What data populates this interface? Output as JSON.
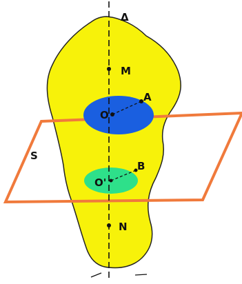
{
  "colors": {
    "background": "#ffffff",
    "body_fill": "#f7f20a",
    "body_stroke": "#222222",
    "upper_section_fill": "#1a5fe0",
    "lower_section_fill": "#2ee08a",
    "plane_stroke": "#f07a3c",
    "axis_stroke": "#111111",
    "radius_stroke": "#111111"
  },
  "labels": {
    "axis": "Δ",
    "point_m": "M",
    "point_a": "A",
    "center_upper": "O",
    "point_b": "B",
    "center_lower": "O'",
    "plane": "S",
    "point_n": "N"
  }
}
